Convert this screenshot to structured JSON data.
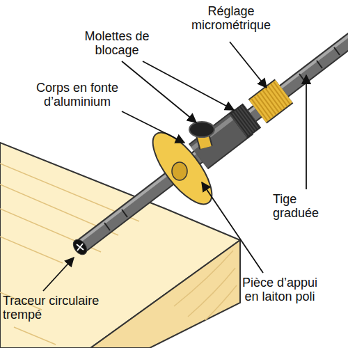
{
  "diagram": {
    "labels": [
      "Molettes de blocage",
      "Réglage micrométrique",
      "Corps en fonte d’aluminium",
      "Tige graduée",
      "Pièce d’appui en laiton poli",
      "Traceur circulaire trempé"
    ]
  }
}
